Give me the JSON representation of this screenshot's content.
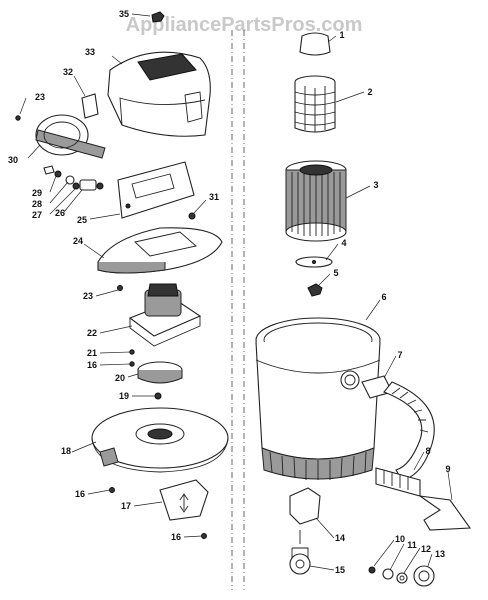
{
  "watermark": "AppliancePartsPros.com",
  "callouts": {
    "c1": "1",
    "c2": "2",
    "c3": "3",
    "c4": "4",
    "c5": "5",
    "c6": "6",
    "c7": "7",
    "c8": "8",
    "c9": "9",
    "c10": "10",
    "c11": "11",
    "c12": "12",
    "c13": "13",
    "c14": "14",
    "c15": "15",
    "c16a": "16",
    "c16b": "16",
    "c16c": "16",
    "c17": "17",
    "c18": "18",
    "c19": "19",
    "c20": "20",
    "c21": "21",
    "c22": "22",
    "c23a": "23",
    "c23b": "23",
    "c24": "24",
    "c25": "25",
    "c26": "26",
    "c27": "27",
    "c28": "28",
    "c29": "29",
    "c30": "30",
    "c31": "31",
    "c32": "32",
    "c33": "33",
    "c35": "35"
  }
}
